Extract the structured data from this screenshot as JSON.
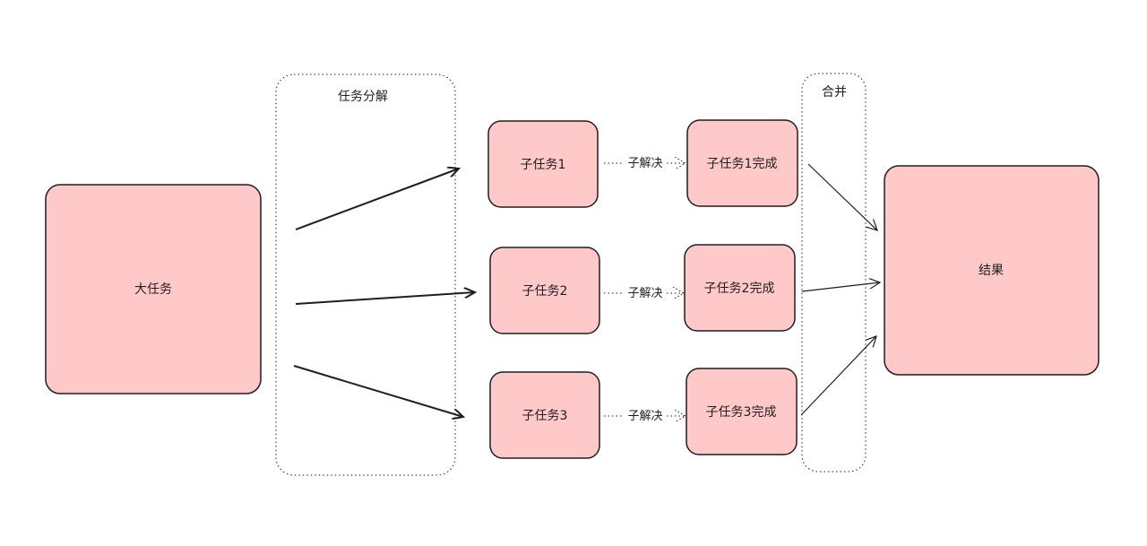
{
  "diagram": {
    "colors": {
      "node_fill": "#ffc9c9",
      "stroke": "#1e1e1e",
      "group_stroke": "#1e1e1e",
      "background": "#ffffff"
    },
    "groups": {
      "decompose": {
        "label": "任务分解"
      },
      "merge": {
        "label": "合并"
      }
    },
    "nodes": {
      "big_task": {
        "label": "大任务"
      },
      "subtask_1": {
        "label": "子任务1"
      },
      "subtask_2": {
        "label": "子任务2"
      },
      "subtask_3": {
        "label": "子任务3"
      },
      "subtask_1_done": {
        "label": "子任务1完成"
      },
      "subtask_2_done": {
        "label": "子任务2完成"
      },
      "subtask_3_done": {
        "label": "子任务3完成"
      },
      "result": {
        "label": "结果"
      }
    },
    "edges": {
      "solve_1": {
        "label": "子解决"
      },
      "solve_2": {
        "label": "子解决"
      },
      "solve_3": {
        "label": "子解决"
      }
    }
  }
}
